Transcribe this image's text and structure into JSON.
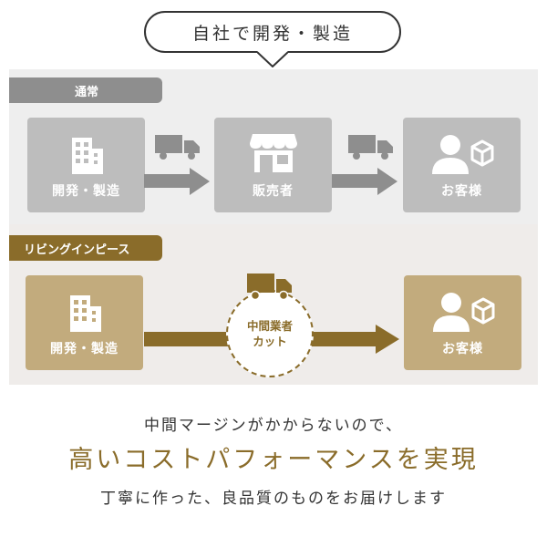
{
  "bubble": {
    "text": "自社で開発・製造"
  },
  "normal": {
    "tag": "通常",
    "steps": [
      {
        "label": "開発・製造",
        "icon": "building-icon"
      },
      {
        "label": "販売者",
        "icon": "shop-icon"
      },
      {
        "label": "お客様",
        "icon": "customer-icon"
      }
    ]
  },
  "ours": {
    "tag": "リビングインピース",
    "steps": [
      {
        "label": "開発・製造",
        "icon": "building-icon"
      },
      {
        "label": "お客様",
        "icon": "customer-icon"
      }
    ],
    "cut_line1": "中間業者",
    "cut_line2": "カット"
  },
  "captions": {
    "line1": "中間マージンがかからないので、",
    "line2": "高いコストパフォーマンスを実現",
    "line3": "丁寧に作った、良品質のものをお届けします"
  },
  "colors": {
    "gray": "#bdbdbd",
    "dark_gray": "#8e8e8e",
    "gold": "#8a6c2a",
    "light_gold": "#c2ab7d"
  }
}
